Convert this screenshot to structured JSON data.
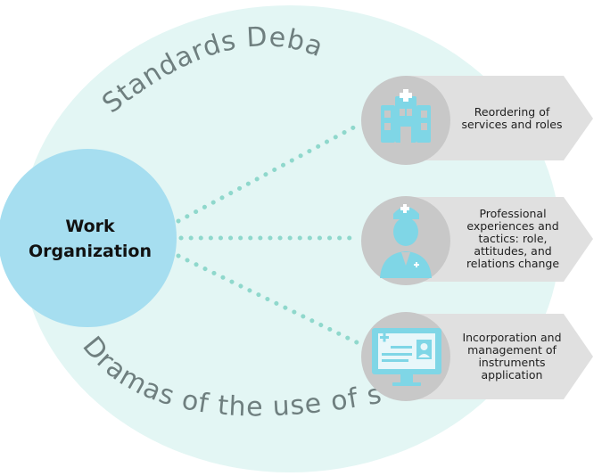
{
  "center": {
    "line1": "Work",
    "line2": "Organization"
  },
  "arc_labels": {
    "top": "Standards Debate",
    "bottom": "Dramas of the use of self"
  },
  "items": [
    {
      "icon": "hospital-icon",
      "text": "Reordering of services and roles"
    },
    {
      "icon": "nurse-icon",
      "text": "Professional experiences and tactics: role, attitudes, and relations change"
    },
    {
      "icon": "medical-record-monitor-icon",
      "text": "Incorporation and management of instruments application"
    }
  ],
  "colors": {
    "outer_ellipse": "#e3f6f4",
    "center_circle": "#a6def0",
    "icon_circle": "#c8c8c8",
    "arrow": "#e0e0e0",
    "dots": "#8fd8cc",
    "icon": "#7fd6e6",
    "arc_text": "#6f7f7f"
  }
}
